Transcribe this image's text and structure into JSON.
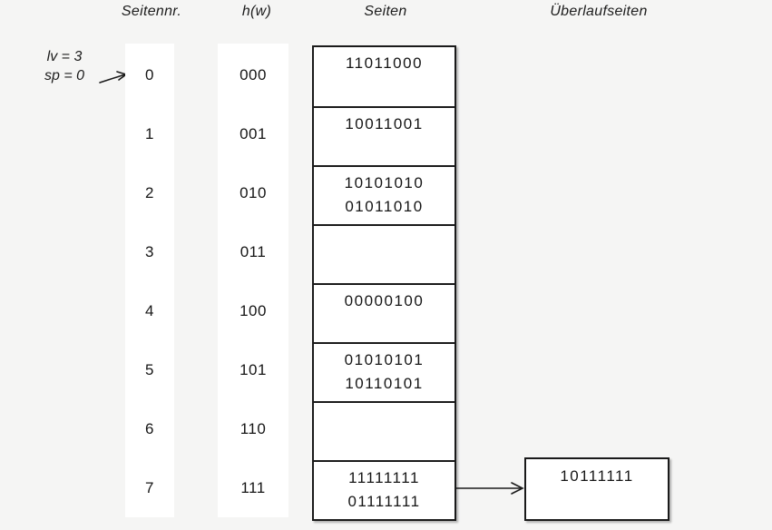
{
  "page": {
    "background_color": "#f5f5f4",
    "box_fill_color": "#ffffff",
    "border_color": "#1a1a1a",
    "text_color": "#161616"
  },
  "headers": {
    "seitennr": "Seitennr.",
    "hw": "h(w)",
    "seiten": "Seiten",
    "ueberlaufseiten": "Überlaufseiten"
  },
  "annotation": {
    "line1": "lv = 3",
    "line2": "sp = 0",
    "points_to_page": "0"
  },
  "rows": [
    {
      "page_no": "0",
      "hash": "000",
      "values": [
        "11011000"
      ]
    },
    {
      "page_no": "1",
      "hash": "001",
      "values": [
        "10011001"
      ]
    },
    {
      "page_no": "2",
      "hash": "010",
      "values": [
        "10101010",
        "01011010"
      ]
    },
    {
      "page_no": "3",
      "hash": "011",
      "values": []
    },
    {
      "page_no": "4",
      "hash": "100",
      "values": [
        "00000100"
      ]
    },
    {
      "page_no": "5",
      "hash": "101",
      "values": [
        "01010101",
        "10110101"
      ]
    },
    {
      "page_no": "6",
      "hash": "110",
      "values": []
    },
    {
      "page_no": "7",
      "hash": "111",
      "values": [
        "11111111",
        "01111111"
      ]
    }
  ],
  "overflow": {
    "values": [
      "10111111"
    ],
    "linked_from_page": "7"
  }
}
